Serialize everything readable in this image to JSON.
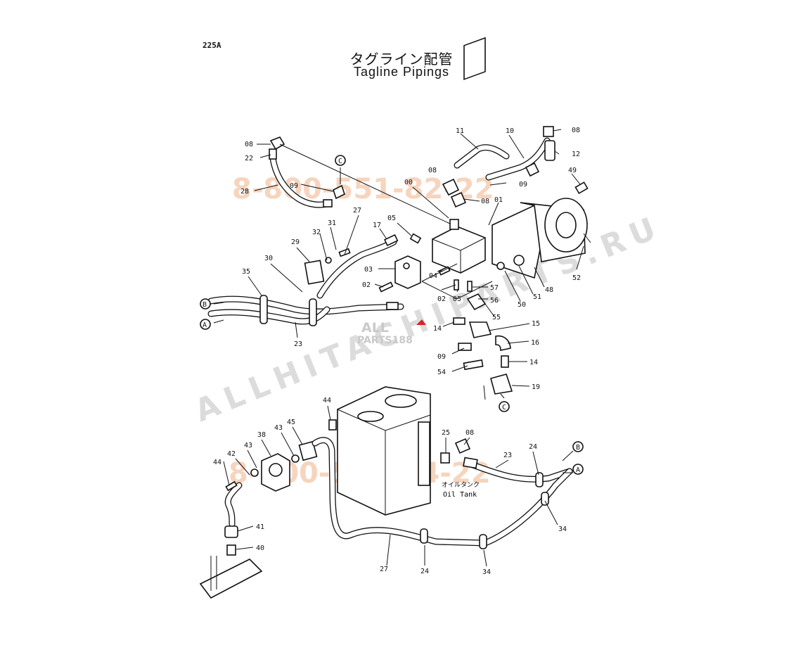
{
  "page_code": "225A",
  "title_jp": "タグライン配管",
  "title_en": "Tagline Pipings",
  "oil_tank_label_jp": "オイルタンク",
  "oil_tank_label_en": "Oil Tank",
  "watermarks": {
    "phone_1": "8-800-551-82-22",
    "phone_2": "8-800-551-94-22",
    "brand": "ALLHITACHIPARTS.RU",
    "logo_top": "ALL",
    "logo_bottom": "PARTS188"
  },
  "callouts": [
    {
      "id": "c08a",
      "text": "08"
    },
    {
      "id": "c22",
      "text": "22"
    },
    {
      "id": "c28",
      "text": "28"
    },
    {
      "id": "c09a",
      "text": "09"
    },
    {
      "id": "cCa",
      "text": "C"
    },
    {
      "id": "c27a",
      "text": "27"
    },
    {
      "id": "c31",
      "text": "31"
    },
    {
      "id": "c32",
      "text": "32"
    },
    {
      "id": "c29",
      "text": "29"
    },
    {
      "id": "c30",
      "text": "30"
    },
    {
      "id": "c35",
      "text": "35"
    },
    {
      "id": "cBa",
      "text": "B"
    },
    {
      "id": "cAa",
      "text": "A"
    },
    {
      "id": "c23a",
      "text": "23"
    },
    {
      "id": "c17",
      "text": "17"
    },
    {
      "id": "c05a",
      "text": "05"
    },
    {
      "id": "c00",
      "text": "00"
    },
    {
      "id": "c03",
      "text": "03"
    },
    {
      "id": "c02a",
      "text": "02"
    },
    {
      "id": "c04",
      "text": "04"
    },
    {
      "id": "c02b",
      "text": "02"
    },
    {
      "id": "c05b",
      "text": "05"
    },
    {
      "id": "c11",
      "text": "11"
    },
    {
      "id": "c10",
      "text": "10"
    },
    {
      "id": "c08b",
      "text": "08"
    },
    {
      "id": "c12",
      "text": "12"
    },
    {
      "id": "c49",
      "text": "49"
    },
    {
      "id": "c08c",
      "text": "08"
    },
    {
      "id": "c09b",
      "text": "09"
    },
    {
      "id": "c08d",
      "text": "08"
    },
    {
      "id": "c01",
      "text": "01"
    },
    {
      "id": "c52",
      "text": "52"
    },
    {
      "id": "c48",
      "text": "48"
    },
    {
      "id": "c51",
      "text": "51"
    },
    {
      "id": "c50",
      "text": "50"
    },
    {
      "id": "c57",
      "text": "57"
    },
    {
      "id": "c56",
      "text": "56"
    },
    {
      "id": "c55",
      "text": "55"
    },
    {
      "id": "c14a",
      "text": "14"
    },
    {
      "id": "c15",
      "text": "15"
    },
    {
      "id": "c16",
      "text": "16"
    },
    {
      "id": "c09c",
      "text": "09"
    },
    {
      "id": "c54",
      "text": "54"
    },
    {
      "id": "c14b",
      "text": "14"
    },
    {
      "id": "c19",
      "text": "19"
    },
    {
      "id": "cCb",
      "text": "C"
    },
    {
      "id": "c44a",
      "text": "44"
    },
    {
      "id": "c45",
      "text": "45"
    },
    {
      "id": "c43a",
      "text": "43"
    },
    {
      "id": "c38",
      "text": "38"
    },
    {
      "id": "c43b",
      "text": "43"
    },
    {
      "id": "c42",
      "text": "42"
    },
    {
      "id": "c44b",
      "text": "44"
    },
    {
      "id": "c41",
      "text": "41"
    },
    {
      "id": "c40",
      "text": "40"
    },
    {
      "id": "c25",
      "text": "25"
    },
    {
      "id": "c08e",
      "text": "08"
    },
    {
      "id": "c23b",
      "text": "23"
    },
    {
      "id": "c24a",
      "text": "24"
    },
    {
      "id": "cBb",
      "text": "B"
    },
    {
      "id": "cAb",
      "text": "A"
    },
    {
      "id": "c34a",
      "text": "34"
    },
    {
      "id": "c27b",
      "text": "27"
    },
    {
      "id": "c24b",
      "text": "24"
    },
    {
      "id": "c34b",
      "text": "34"
    }
  ]
}
